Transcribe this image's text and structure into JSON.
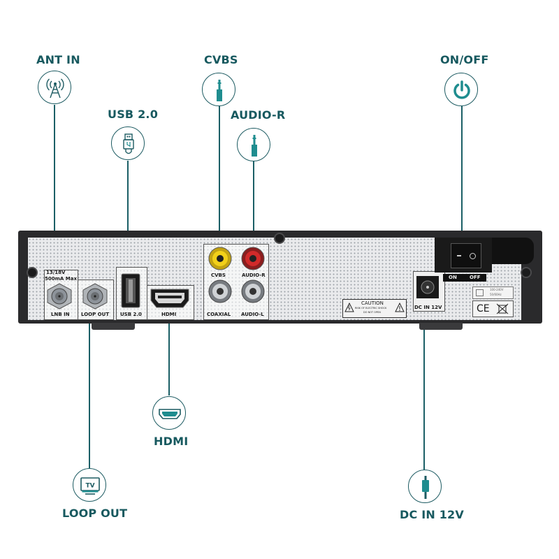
{
  "callouts": {
    "ant_in": "ANT IN",
    "cvbs": "CVBS",
    "on_off": "ON/OFF",
    "usb": "USB 2.0",
    "audio_r": "AUDIO-R",
    "hdmi": "HDMI",
    "loop_out": "LOOP OUT",
    "dc_in": "DC IN 12V"
  },
  "panel_labels": {
    "lnb_volt": "13/18V",
    "lnb_current": "500mA Max",
    "lnb_in": "LNB IN",
    "loop_out": "LOOP OUT",
    "usb": "USB 2.0",
    "hdmi": "HDMI",
    "cvbs": "CVBS",
    "audio_r": "AUDIO-R",
    "coaxial": "COAXIAL",
    "audio_l": "AUDIO-L",
    "switch_on": "ON",
    "switch_off": "OFF",
    "dc_in": "DC IN 12V",
    "caution": "CAUTION",
    "caution_line1": "RISK OF ELECTRIC SHOCK",
    "caution_line2": "DO NOT OPEN",
    "power_rating_1": "100-240V",
    "power_rating_2": "50/60Hz",
    "ce": "CE"
  },
  "icons": {
    "ant_in": "antenna-tower-icon",
    "cvbs": "rca-jack-icon",
    "on_off": "power-icon",
    "usb": "usb-plug-icon",
    "audio_r": "rca-jack-icon",
    "hdmi": "hdmi-port-icon",
    "loop_out": "tv-icon",
    "dc_in": "dc-plug-icon",
    "tv_text": "TV"
  },
  "colors": {
    "accent": "#1b5f66",
    "teal_icon": "#1f8d8f",
    "label": "#17595f",
    "device_body": "#2a2a2c",
    "panel": "#e9eaec",
    "cvbs_jack": "#f2d01a",
    "audio_r_jack": "#d12a2a"
  }
}
